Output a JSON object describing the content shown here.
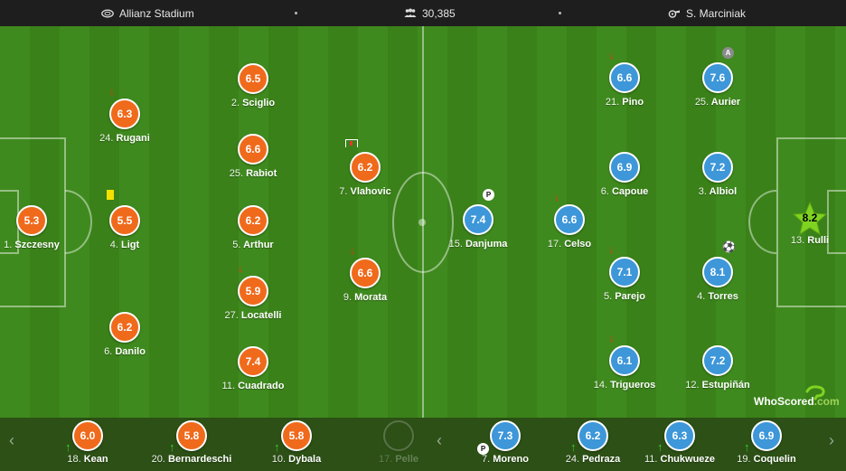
{
  "match_info": {
    "stadium": "Allianz Stadium",
    "attendance": "30,385",
    "referee": "S. Marciniak"
  },
  "colors": {
    "home": "#f06a1c",
    "away": "#3d97d9",
    "mom": "#7ed321"
  },
  "players": [
    {
      "num": "1.",
      "name": "Szczesny",
      "rating": "5.3",
      "side": "home"
    },
    {
      "num": "24.",
      "name": "Rugani",
      "rating": "6.3",
      "side": "home",
      "marker": "sub-out"
    },
    {
      "num": "4.",
      "name": "Ligt",
      "rating": "5.5",
      "side": "home",
      "marker": "yellow-card"
    },
    {
      "num": "6.",
      "name": "Danilo",
      "rating": "6.2",
      "side": "home"
    },
    {
      "num": "2.",
      "name": "Sciglio",
      "rating": "6.5",
      "side": "home"
    },
    {
      "num": "25.",
      "name": "Rabiot",
      "rating": "6.6",
      "side": "home"
    },
    {
      "num": "5.",
      "name": "Arthur",
      "rating": "6.2",
      "side": "home"
    },
    {
      "num": "27.",
      "name": "Locatelli",
      "rating": "5.9",
      "side": "home",
      "marker": "sub-out"
    },
    {
      "num": "11.",
      "name": "Cuadrado",
      "rating": "7.4",
      "side": "home"
    },
    {
      "num": "7.",
      "name": "Vlahovic",
      "rating": "6.2",
      "side": "home",
      "marker": "goal-icon"
    },
    {
      "num": "9.",
      "name": "Morata",
      "rating": "6.6",
      "side": "home",
      "marker": "sub-out"
    },
    {
      "num": "15.",
      "name": "Danjuma",
      "rating": "7.4",
      "side": "away",
      "marker": "penalty"
    },
    {
      "num": "17.",
      "name": "Celso",
      "rating": "6.6",
      "side": "away",
      "marker": "sub-out"
    },
    {
      "num": "21.",
      "name": "Pino",
      "rating": "6.6",
      "side": "away",
      "marker": "sub-out"
    },
    {
      "num": "6.",
      "name": "Capoue",
      "rating": "6.9",
      "side": "away"
    },
    {
      "num": "5.",
      "name": "Parejo",
      "rating": "7.1",
      "side": "away",
      "marker": "sub-out"
    },
    {
      "num": "14.",
      "name": "Trigueros",
      "rating": "6.1",
      "side": "away",
      "marker": "sub-out"
    },
    {
      "num": "25.",
      "name": "Aurier",
      "rating": "7.6",
      "side": "away",
      "marker": "assist"
    },
    {
      "num": "3.",
      "name": "Albiol",
      "rating": "7.2",
      "side": "away"
    },
    {
      "num": "4.",
      "name": "Torres",
      "rating": "8.1",
      "side": "away",
      "marker": "goal"
    },
    {
      "num": "12.",
      "name": "Estupiñán",
      "rating": "7.2",
      "side": "away"
    },
    {
      "num": "13.",
      "name": "Rulli",
      "rating": "8.2",
      "side": "away",
      "mom": true
    }
  ],
  "subs": [
    {
      "num": "18.",
      "name": "Kean",
      "rating": "6.0",
      "side": "home"
    },
    {
      "num": "20.",
      "name": "Bernardeschi",
      "rating": "5.8",
      "side": "home"
    },
    {
      "num": "10.",
      "name": "Dybala",
      "rating": "5.8",
      "side": "home"
    },
    {
      "num": "17.",
      "name": "Pelle",
      "rating": "",
      "side": "home",
      "faded": true
    },
    {
      "num": "7.",
      "name": "Moreno",
      "rating": "7.3",
      "side": "away",
      "penalty": true
    },
    {
      "num": "24.",
      "name": "Pedraza",
      "rating": "6.2",
      "side": "away"
    },
    {
      "num": "11.",
      "name": "Chukwueze",
      "rating": "6.3",
      "side": "away"
    },
    {
      "num": "19.",
      "name": "Coquelin",
      "rating": "6.9",
      "side": "away"
    }
  ],
  "markers": {
    "sub_out": "↓",
    "sub_in": "↑",
    "assist_badge": "A",
    "penalty_badge": "P",
    "goal_glyph": "⚽"
  },
  "watermark": {
    "brand": "WhoScored",
    "suffix": ".com"
  },
  "nav": {
    "prev": "‹",
    "next": "›"
  }
}
